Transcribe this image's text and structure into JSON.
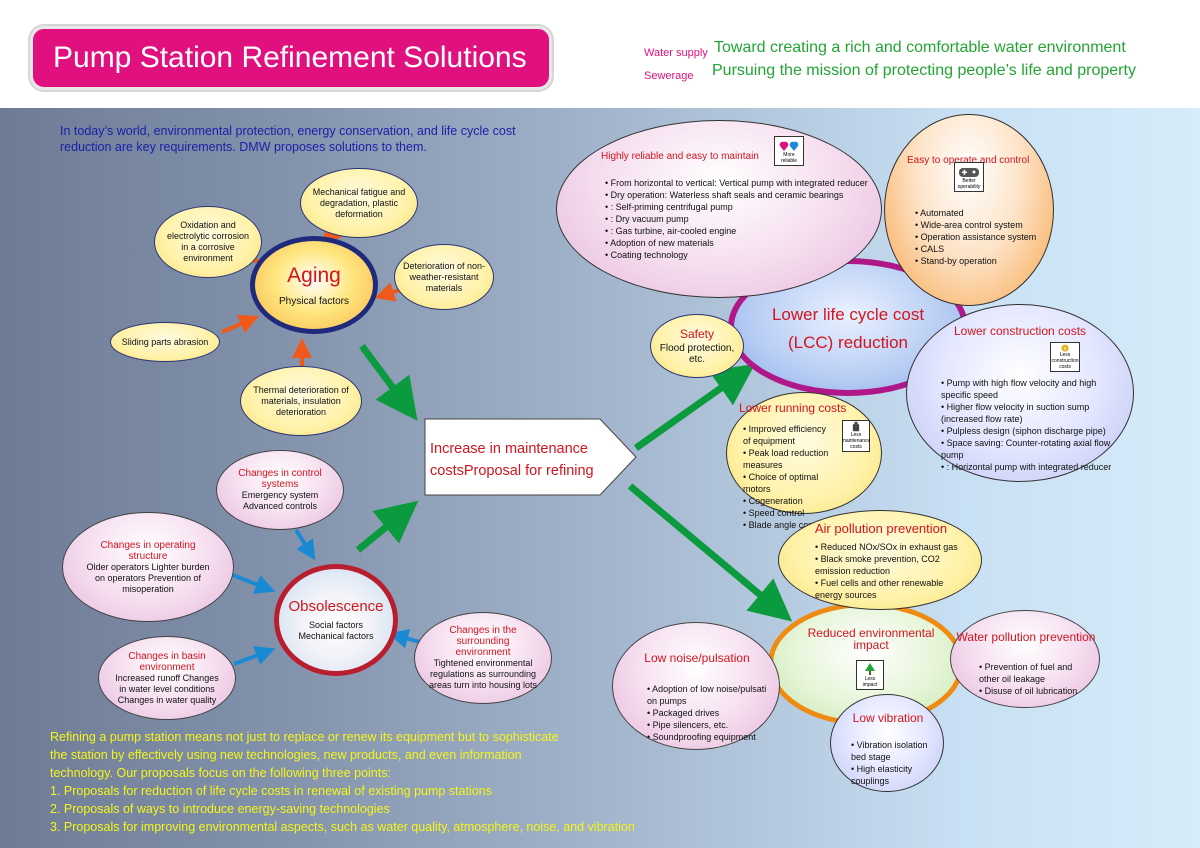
{
  "header": {
    "title": "Pump Station Refinement Solutions",
    "tag1_small": "Water supply",
    "tag1_text": "Toward creating a rich and comfortable water environment",
    "tag2_small": "Sewerage",
    "tag2_text": "Pursuing the mission of protecting people’s life and property"
  },
  "intro": "In today’s world, environmental protection, energy conservation, and life cycle cost reduction are key requirements. DMW proposes solutions to them.",
  "aging": {
    "title": "Aging",
    "subtitle": "Physical factors",
    "causes": {
      "mechanical": "Mechanical fatigue and degradation, plastic deformation",
      "oxidation": "Oxidation and electrolytic corrosion in a corrosive environment",
      "deterioration": "Deterioration of non-weather-resistant materials",
      "sliding": "Sliding parts abrasion",
      "thermal": "Thermal deterioration of materials, insulation deterioration"
    }
  },
  "obsolescence": {
    "title": "Obsolescence",
    "subtitle": "Social factors Mechanical factors",
    "control": {
      "title": "Changes in control systems",
      "text": "Emergency system Advanced controls"
    },
    "operating": {
      "title": "Changes in operating structure",
      "text": "Older operators Lighter burden on operators Prevention of misoperation"
    },
    "basin": {
      "title": "Changes in basin environment",
      "text": "Increased runoff Changes in water level conditions Changes in water quality"
    },
    "surrounding": {
      "title": "Changes in the surrounding environment",
      "text": "Tightened environmental regulations as surrounding areas turn into housing lots"
    }
  },
  "center_box": "Increase in maintenance costsProposal for refining",
  "lcc": {
    "title_line1": "Lower life cycle cost",
    "title_line2": "(LCC) reduction",
    "safety": {
      "title": "Safety",
      "text": "Flood protection, etc."
    },
    "reliable": {
      "title": "Highly reliable and easy to maintain",
      "icon_label": "More reliable",
      "items": [
        "From horizontal to vertical: Vertical pump with integrated reducer",
        "Dry operation: Waterless shaft seals and ceramic bearings",
        ": Self-priming centrifugal pump",
        ": Dry vacuum pump",
        ": Gas turbine, air-cooled engine",
        "Adoption of new materials",
        "Coating technology"
      ]
    },
    "operate": {
      "title": "Easy to operate and control",
      "icon_label": "Better operability",
      "items": [
        "Automated",
        "Wide-area control system",
        "Operation assistance system",
        "CALS",
        "Stand-by operation"
      ]
    },
    "construction": {
      "title": "Lower construction costs",
      "icon_label": "Less construction costs",
      "items": [
        "Pump with high flow velocity and high specific speed",
        "Higher flow velocity in suction sump (increased flow rate)",
        "Pulpless design (siphon discharge pipe)",
        "Space saving: Counter-rotating axial flow pump",
        ": Horizontal pump with integrated reducer"
      ]
    },
    "running": {
      "title": "Lower running costs",
      "icon_label": "Less maintenance costs",
      "items": [
        "Improved efficiency of equipment",
        "Peak load reduction measures",
        "Choice of optimal motors",
        "Cogeneration",
        "Speed control",
        "Blade angle control"
      ]
    }
  },
  "env": {
    "title": "Reduced environmental impact",
    "icon_label": "Less impact",
    "air": {
      "title": "Air pollution prevention",
      "items": [
        "Reduced NOx/SOx in exhaust gas",
        "Black smoke prevention, CO2 emission reduction",
        "Fuel cells and other renewable energy sources"
      ]
    },
    "water": {
      "title": "Water pollution prevention",
      "items": [
        "Prevention of fuel and other oil leakage",
        "Disuse of oil lubrication"
      ]
    },
    "noise": {
      "title": "Low noise/pulsation",
      "items": [
        "Adoption of low noise/pulsati on pumps",
        "Packaged drives",
        "Pipe silencers, etc.",
        "Soundproofing equipment"
      ]
    },
    "vibration": {
      "title": "Low vibration",
      "items": [
        "Vibration isolation bed stage",
        "High elasticity couplings"
      ]
    }
  },
  "footer": {
    "para1": "Refining a pump station means not just to replace or renew its equipment but to sophisticate",
    "para2": "the station by effectively using new technologies, new products, and even information",
    "para3": "technology. Our proposals focus on the following three points:",
    "points": [
      "1. Proposals for reduction of life cycle costs in renewal of existing pump stations",
      "2. Proposals of ways to introduce energy-saving technologies",
      "3. Proposals for improving environmental aspects, such as water quality, atmosphere, noise, and vibration"
    ]
  },
  "colors": {
    "brand": "#e0117f",
    "green": "#22a533",
    "red": "#d4141e",
    "footer_text": "#f5f51a"
  }
}
